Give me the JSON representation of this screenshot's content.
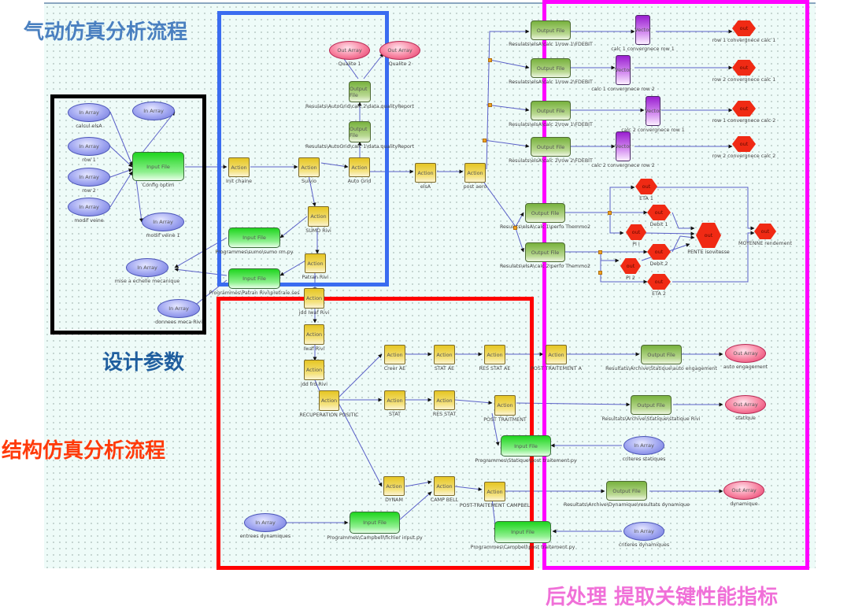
{
  "captions": {
    "aero_flow": "气动仿真分析流程",
    "design_params": "设计参数",
    "struct_flow": "结构仿真分析流程",
    "post_processing": "后处理  提取关键性能指标"
  },
  "caption_colors": {
    "aero_flow": "#4a80c0",
    "design_params": "#1f5e9e",
    "struct_flow": "#ff3a0a",
    "post_processing": "#f070d8"
  },
  "frame_colors": {
    "design_params": "#000000",
    "aero": "#3a6cf0",
    "struct": "#ff0000",
    "post": "#ff00ff"
  },
  "node_types": {
    "in_array": "In Array",
    "out_array": "Out Array",
    "input_file": "Input File",
    "output_file": "Output File",
    "action": "Action",
    "vector": "Vector",
    "out": "out"
  },
  "nodes": {
    "calcul_elsa": "calcul  elsA",
    "row1": "row  1",
    "row2": "row  2",
    "modif_veine": "modif  veine",
    "in_array_top": "",
    "config_optim": "Config  optim",
    "modif_veine1": "modif  veine  1",
    "mise_echelle": "mise  a  echelle  mecanique",
    "donnees_meca": "donnees  meca  Rivi",
    "sumo_py": "Programmes\\sumo\\sumo  rm.py",
    "patran_ses": "Programmes\\Patran  Rivi\\pretraie.ses",
    "init_chaine": "Init  chaine",
    "suivio": "Suivio",
    "auto_grid": "Auto Grid",
    "qualite1": "Qualite  1",
    "qualite2": "Qualite  2",
    "qr2": "Resulats\\AutoGrid\\calc  2\\data.qualityReport",
    "qr1": "Resulats\\AutoGrid\\calc  1\\data.qualityReport",
    "sumo_rivi": "SUMO  Rivi",
    "patran_rivi": "Patran  Rivi",
    "elsa": "elsA",
    "post_aero": "post  aero",
    "of_c1r1": "Resulats\\elsA\\calc  1\\row  1\\FDEBIT",
    "of_c1r2": "Resulats\\elsA\\calc  1\\row  2\\FDEBIT",
    "of_c2r1": "Resulats\\elsA\\calc  2\\row  1\\FDEBIT",
    "of_c2r2": "Resulats\\elsA\\calc  2\\row  2\\FDEBIT",
    "vec_c1r1": "calc  1  convergnece  row  1",
    "vec_c1r2": "calc  1  convergnece  row  2",
    "vec_c2r1": "calc  2  convergnece  row  1",
    "vec_c2r2": "calc  2  convergnece  row  2",
    "out_r1c1": "row  1  convergnece  calc  1",
    "out_r2c1": "row  2  convergnece  calc  1",
    "out_r1c2": "row  1  convergnece  calc  2",
    "out_r2c2": "row  2  convergnece  calc  2",
    "perfo1": "Resulats\\elsA\\calc  1\\perfo  Themmo2",
    "perfo2": "Resulats\\elsA\\calc  2\\perfo  Themmo2",
    "eta1": "ETA  1",
    "debit1": "Debit  1",
    "pi1": "PI  I",
    "debit2": "Debit  2",
    "pi2": "PI  2",
    "eta2": "ETA  2",
    "pente": "PENTE  isovitesse",
    "moyenne": "MOYENNE  rendement",
    "jdd_waf": "jdd  Iwaf  Rivi",
    "iwaf": "Iwaf  Rivi",
    "jdd_frd": "jdd  frd  Rivi",
    "recuperation": "RECUPERATION  POSITIC",
    "creer_ae": "Creer  AE",
    "stat_ae": "STAT  AE",
    "res_stat_ae": "RES  STAT  AE",
    "post_traitement_a": "POST  TRAITEMENT  A",
    "stat": "STAT",
    "res_stat": "RES  STAT",
    "post_traitment": "POST  TRAITMENT",
    "auto_eng_file": "Resultats\\Archive\\Statique\\auto  engagement",
    "auto_eng": "auto  engagement",
    "statique_file": "Resultats\\Archive\\Statique\\statique  Rivi",
    "statique": "statique",
    "statique_py": "Programmes\\Statique\\post  traitement.py",
    "criteres_stat": "criteres  statiques",
    "dynam": "DYNAM",
    "campbell": "CAMP BELL",
    "post_campbell": "POST-TRAITEMENT  CAMPBEL",
    "entrees_dyn": "entrees  dynamiques",
    "fichier_input": "Programmes\\Campbell\\fichier  input.py",
    "campbell_py": "Programmes\\Campbell\\post  traitement.py",
    "dyn_file": "Resultats\\Archive\\Dynamique\\resultats  dynamique",
    "dynamique": "dynamique",
    "criteres_dyn": "criteres  dynamiques"
  }
}
